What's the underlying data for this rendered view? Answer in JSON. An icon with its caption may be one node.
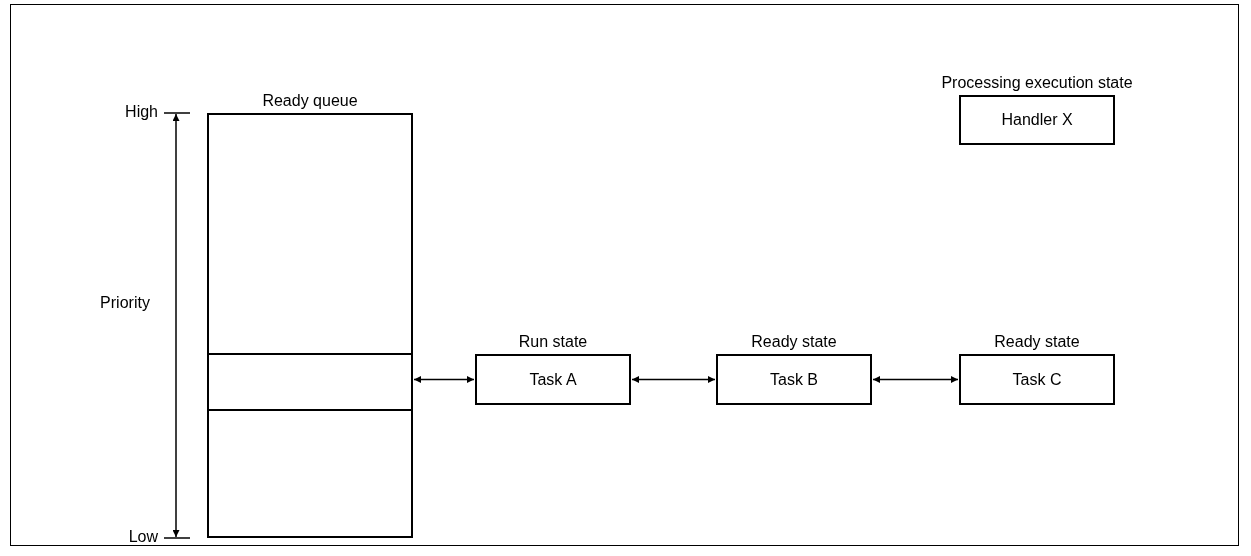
{
  "diagram": {
    "nodes": [
      {
        "text": [
          "Ready queue"
        ]
      },
      {
        "text": [],
        "shape": "box",
        "in": 0
      },
      {
        "text": [
          "Run state",
          "Task A"
        ]
      },
      {
        "text": [
          "Ready state",
          "Task B"
        ]
      },
      {
        "text": [
          "Ready state",
          "Task C"
        ]
      },
      {
        "text": [
          "Processing execution state",
          "Handler X"
        ]
      }
    ],
    "edges": [
      {
        "from": 1,
        "to": 2,
        "arrow": "both"
      },
      {
        "from": 2,
        "to": 3,
        "arrow": "both"
      },
      {
        "from": 3,
        "to": 4,
        "arrow": "both"
      }
    ],
    "labels": [
      "High",
      "Priority",
      "Low"
    ]
  }
}
